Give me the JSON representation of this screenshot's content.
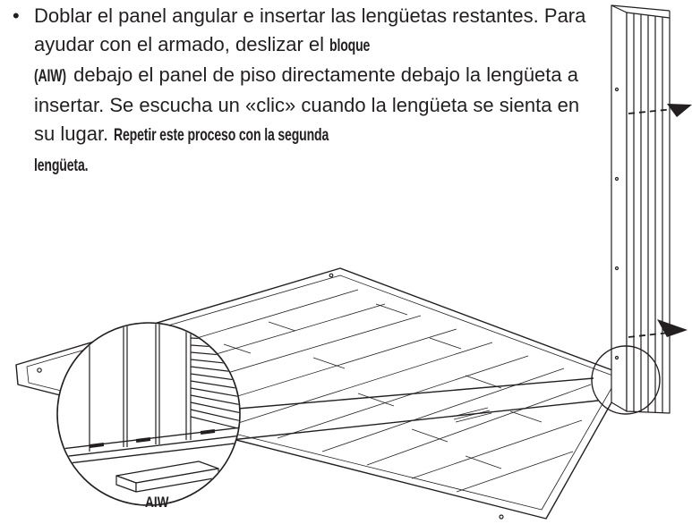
{
  "instruction": {
    "bullet": "•",
    "text_1": "Doblar el panel angular e insertar las lengüetas restantes. Para ayudar con el armado, deslizar el ",
    "bold_1": "bloque",
    "bold_2": "(AIW)",
    "text_2": " debajo el panel de piso directamente debajo la lengüeta a insertar. Se escucha un «clic» cuando la lengüeta se sienta en su lugar. ",
    "bold_3": "Repetir este proceso con la segunda",
    "bold_4": "lengüeta."
  },
  "illustration": {
    "block_label": "AIW"
  },
  "colors": {
    "line": "#231f20",
    "fill": "#ffffff",
    "panel_fill": "#f2f2f2"
  }
}
